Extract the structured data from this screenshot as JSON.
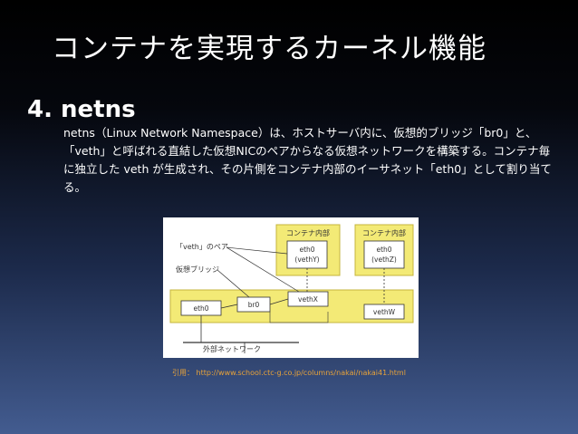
{
  "slide": {
    "title": "コンテナを実現するカーネル機能",
    "subtitle": "4. netns",
    "description": "netns（Linux Network Namespace）は、ホストサーバ内に、仮想的ブリッジ「br0」と、「veth」と呼ばれる直結した仮想NICのペアからなる仮想ネットワークを構築する。コンテナ毎に独立した veth が生成され、その片側をコンテナ内部のイーサネット「eth0」として割り当てる。",
    "caption": "引用： http://www.school.ctc-g.co.jp/columns/nakai/nakai41.html"
  },
  "diagram": {
    "container_label_1": "コンテナ内部",
    "container_label_2": "コンテナ内部",
    "container1_if": "eth0",
    "container1_sub": "(vethY)",
    "container2_if": "eth0",
    "container2_sub": "(vethZ)",
    "veth_pair_label": "「veth」のペア",
    "bridge_label": "仮想ブリッジ",
    "host_eth0": "eth0",
    "br0": "br0",
    "vethX": "vethX",
    "vethW": "vethW",
    "external_label": "外部ネットワーク"
  },
  "colors": {
    "yellow_box": "#f3ea76",
    "yellow_border": "#c4b43c",
    "caption": "#e8a33a"
  }
}
